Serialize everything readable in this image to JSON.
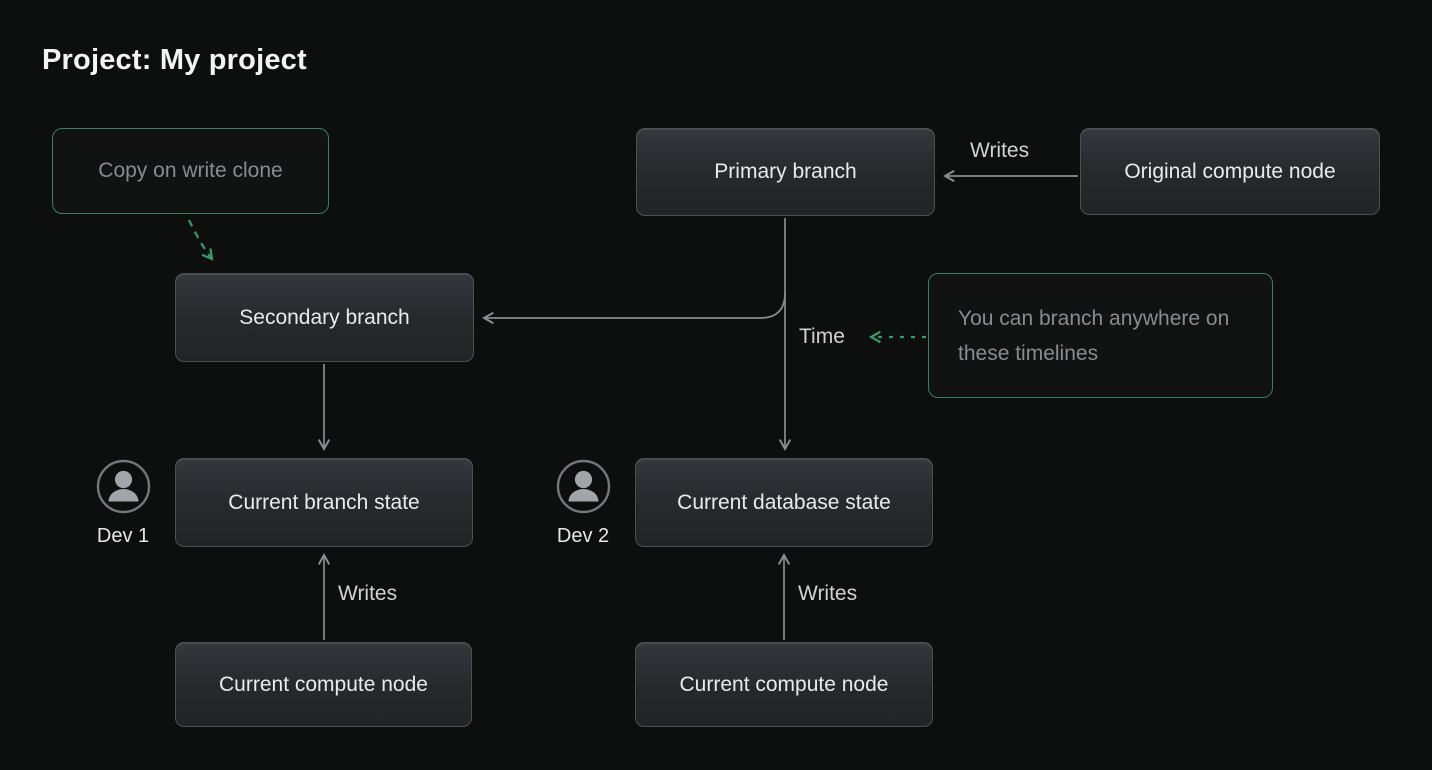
{
  "title": "Project: My project",
  "colors": {
    "background": "#0d0e0e",
    "node_fill_top": "#34373c",
    "node_fill_bottom": "#222427",
    "node_border": "#4c4f55",
    "accent_green_border": "#348262",
    "accent_green_dash": "#2f9e68",
    "line_gray": "#8a8d91"
  },
  "callouts": {
    "copy_on_write": "Copy on write clone",
    "branch_anywhere": "You can branch anywhere on these timelines"
  },
  "nodes": {
    "primary_branch": "Primary branch",
    "original_compute_node": "Original compute node",
    "secondary_branch": "Secondary branch",
    "current_branch_state": "Current branch state",
    "current_database_state": "Current database state",
    "compute_node_left": "Current compute node",
    "compute_node_right": "Current compute node"
  },
  "edge_labels": {
    "writes_primary": "Writes",
    "time": "Time",
    "writes_left": "Writes",
    "writes_right": "Writes"
  },
  "developers": [
    {
      "name": "Dev 1"
    },
    {
      "name": "Dev 2"
    }
  ]
}
